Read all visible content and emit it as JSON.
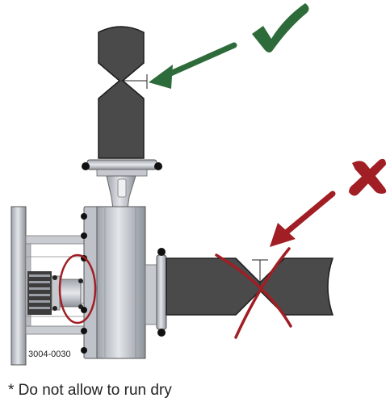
{
  "figure": {
    "id_label": "3004-0030",
    "footnote": "* Do not allow to run dry"
  },
  "markers": {
    "correct": {
      "symbol": "check-mark",
      "color": "#2e6b3a"
    },
    "incorrect": {
      "symbol": "cross-mark",
      "color": "#a01e24"
    }
  },
  "colors": {
    "pipe_dark": "#4a4a4a",
    "pipe_edge": "#1c1c1c",
    "pump_light": "#d4d7dc",
    "pump_mid": "#a9aeb6",
    "arrow_green": "#2e6b3a",
    "arrow_red": "#a01e24"
  }
}
